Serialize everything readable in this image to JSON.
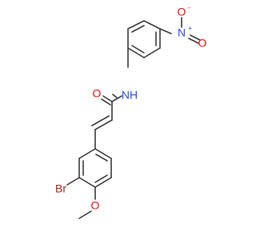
{
  "molecule": {
    "atoms": {
      "nitro_n": {
        "text": "N",
        "charge": "+",
        "color": "#3050f8"
      },
      "nitro_o_top": {
        "text": "O",
        "charge": "-",
        "color": "#ff0d0d"
      },
      "nitro_o_right": {
        "text": "O",
        "color": "#ff0d0d"
      },
      "amide_o": {
        "text": "O",
        "color": "#ff0d0d"
      },
      "amide_nh": {
        "text": "NH",
        "color": "#3050f8"
      },
      "br": {
        "text": "Br",
        "color": "#a62929"
      },
      "methoxy_o": {
        "text": "O",
        "color": "#ff0d0d"
      }
    },
    "bond_color": "#3c3c3c"
  }
}
